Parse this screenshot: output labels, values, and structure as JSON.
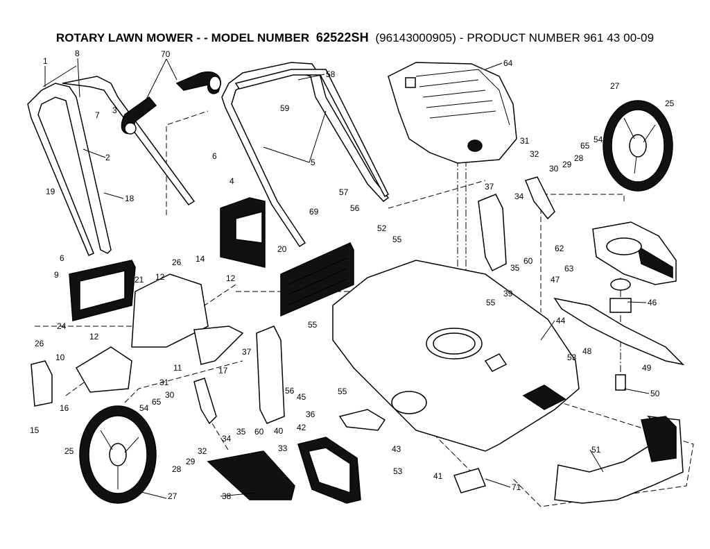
{
  "title": {
    "part1": "ROTARY LAWN MOWER - - MODEL NUMBER",
    "model": "62522SH",
    "part2": "(96143000905) - PRODUCT NUMBER 961 43 00-09"
  },
  "callouts": {
    "c1": "1",
    "c8": "8",
    "c70": "70",
    "c58": "58",
    "c64": "64",
    "c27a": "27",
    "c25a": "25",
    "c7": "7",
    "c3": "3",
    "c59": "59",
    "c5": "5",
    "c2": "2",
    "c6a": "6",
    "c31a": "31",
    "c32a": "32",
    "c65a": "65",
    "c54a": "54",
    "c28a": "28",
    "c29a": "29",
    "c30a": "30",
    "c19": "19",
    "c18": "18",
    "c4": "4",
    "c57": "57",
    "c37a": "37",
    "c34a": "34",
    "c69": "69",
    "c56a": "56",
    "c52": "52",
    "c6b": "6",
    "c26a": "26",
    "c14": "14",
    "c20": "20",
    "c55a": "55",
    "c62": "62",
    "c35a": "35",
    "c60a": "60",
    "c63": "63",
    "c47": "47",
    "c9": "9",
    "c21": "21",
    "c12a": "12",
    "c12b": "12",
    "c39": "39",
    "c55b": "55",
    "c46": "46",
    "c24": "24",
    "c26b": "26",
    "c55c": "55",
    "c44": "44",
    "c12c": "12",
    "c17": "17",
    "c37b": "37",
    "c48": "48",
    "c53a": "53",
    "c49": "49",
    "c10": "10",
    "c11": "11",
    "c31b": "31",
    "c56b": "56",
    "c45": "45",
    "c55d": "55",
    "c50": "50",
    "c16": "16",
    "c54b": "54",
    "c65b": "65",
    "c30b": "30",
    "c36": "36",
    "c34b": "34",
    "c35b": "35",
    "c60b": "60",
    "c40": "40",
    "c42": "42",
    "c15": "15",
    "c25b": "25",
    "c29b": "29",
    "c32b": "32",
    "c33": "33",
    "c43": "43",
    "c51": "51",
    "c28b": "28",
    "c53b": "53",
    "c41": "41",
    "c71": "71",
    "c27b": "27",
    "c38": "38"
  }
}
